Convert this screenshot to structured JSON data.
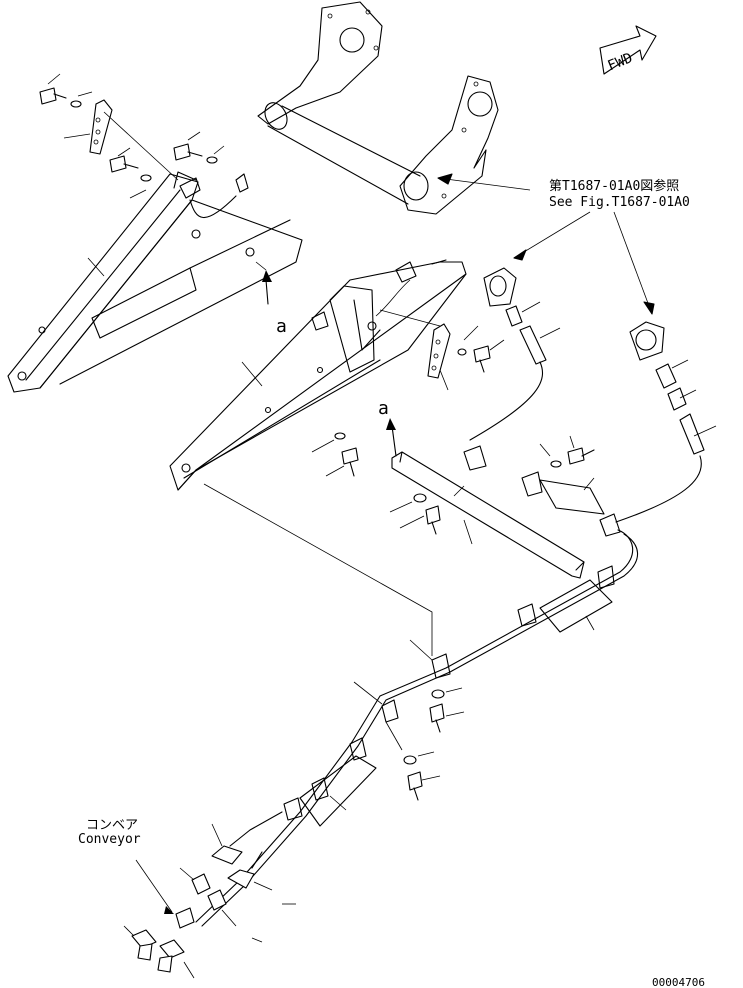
{
  "reference_jp": "第T1687-01A0図参照",
  "reference_en": "See Fig.T1687-01A0",
  "fwd_label": "FWD",
  "section_marker_left": "a",
  "section_marker_right": "a",
  "conveyor_jp": "コンベア",
  "conveyor_en": "Conveyor",
  "drawing_number": "00004706"
}
